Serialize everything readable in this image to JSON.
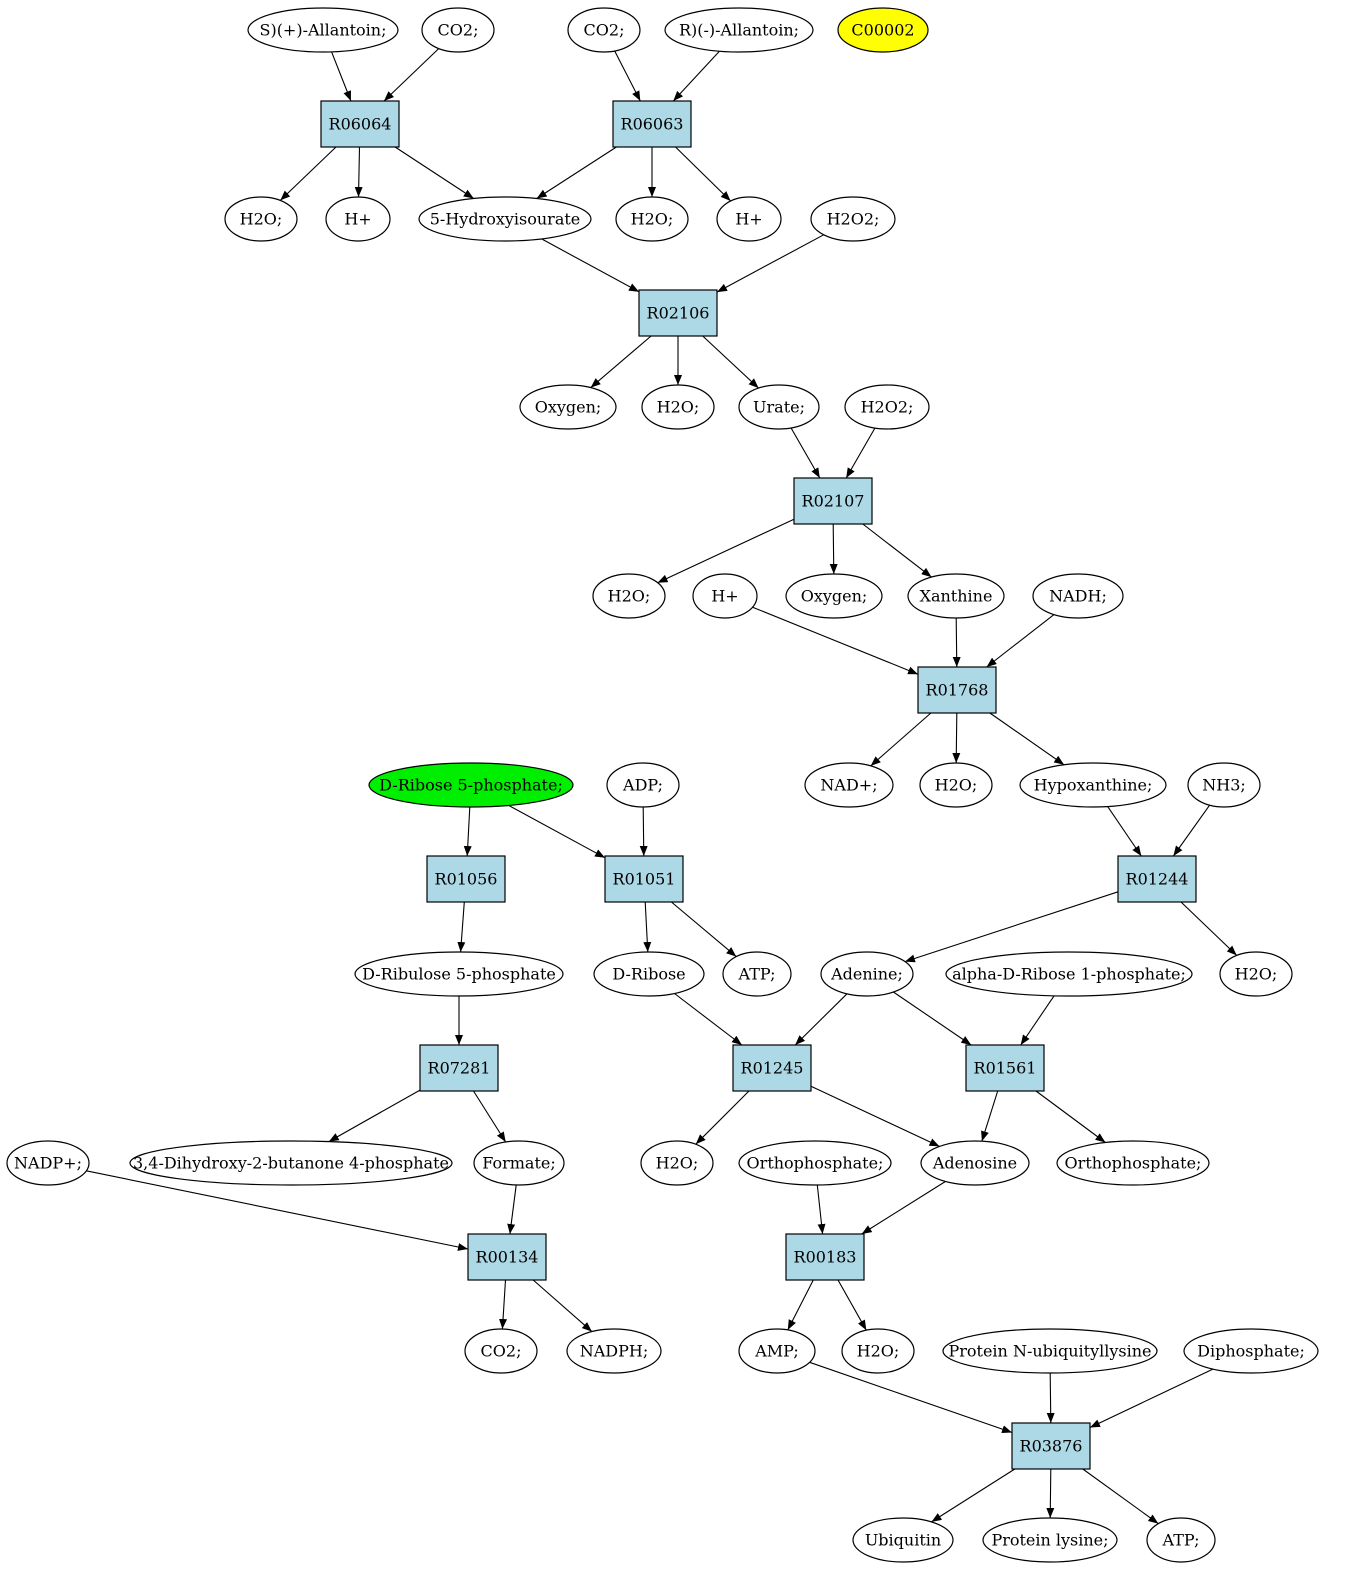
{
  "colors": {
    "reaction_fill": "#add8e6",
    "compound_fill": "#ffffff",
    "start_fill": "#00ee00",
    "highlight_fill": "#ffff00",
    "stroke": "#000000"
  },
  "reactions": {
    "r06064": "R06064",
    "r06063": "R06063",
    "r02106": "R02106",
    "r02107": "R02107",
    "r01768": "R01768",
    "r01056": "R01056",
    "r01051": "R01051",
    "r01244": "R01244",
    "r07281": "R07281",
    "r01245": "R01245",
    "r01561": "R01561",
    "r00134": "R00134",
    "r00183": "R00183",
    "r03876": "R03876"
  },
  "compounds": {
    "s_allantoin": "S)(+)-Allantoin;",
    "co2_a": "CO2;",
    "co2_b": "CO2;",
    "r_allantoin": "R)(-)-Allantoin;",
    "c00002": "C00002",
    "h2o_a": "H2O;",
    "hplus_a": "H+",
    "hydroxyisourate": "5-Hydroxyisourate",
    "h2o_b": "H2O;",
    "hplus_b": "H+",
    "h2o2_a": "H2O2;",
    "oxygen_a": "Oxygen;",
    "h2o_c": "H2O;",
    "urate": "Urate;",
    "h2o2_b": "H2O2;",
    "h2o_d": "H2O;",
    "hplus_c": "H+",
    "oxygen_b": "Oxygen;",
    "xanthine": "Xanthine",
    "nadh": "NADH;",
    "ribose5p": "D-Ribose 5-phosphate;",
    "adp": "ADP;",
    "nadplus": "NAD+;",
    "h2o_e": "H2O;",
    "hypoxanthine": "Hypoxanthine;",
    "nh3": "NH3;",
    "ribulose5p": "D-Ribulose 5-phosphate",
    "dribose": "D-Ribose",
    "atp_a": "ATP;",
    "adenine": "Adenine;",
    "alpha_ribose1p": "alpha-D-Ribose 1-phosphate;",
    "h2o_f": "H2O;",
    "nadpplus": "NADP+;",
    "dihydroxybutanone": "3,4-Dihydroxy-2-butanone 4-phosphate",
    "formate": "Formate;",
    "h2o_g": "H2O;",
    "orthophosphate_a": "Orthophosphate;",
    "adenosine": "Adenosine",
    "orthophosphate_b": "Orthophosphate;",
    "co2_c": "CO2;",
    "nadph": "NADPH;",
    "amp": "AMP;",
    "h2o_h": "H2O;",
    "protein_ubiq": "Protein N-ubiquityllysine",
    "diphosphate": "Diphosphate;",
    "ubiquitin": "Ubiquitin",
    "protein_lysine": "Protein lysine;",
    "atp_b": "ATP;"
  },
  "edges": [
    [
      "s_allantoin",
      "r06064"
    ],
    [
      "co2_a",
      "r06064"
    ],
    [
      "co2_b",
      "r06063"
    ],
    [
      "r_allantoin",
      "r06063"
    ],
    [
      "r06064",
      "h2o_a"
    ],
    [
      "r06064",
      "hplus_a"
    ],
    [
      "r06064",
      "hydroxyisourate"
    ],
    [
      "r06063",
      "hydroxyisourate"
    ],
    [
      "r06063",
      "h2o_b"
    ],
    [
      "r06063",
      "hplus_b"
    ],
    [
      "hydroxyisourate",
      "r02106"
    ],
    [
      "h2o2_a",
      "r02106"
    ],
    [
      "r02106",
      "oxygen_a"
    ],
    [
      "r02106",
      "h2o_c"
    ],
    [
      "r02106",
      "urate"
    ],
    [
      "urate",
      "r02107"
    ],
    [
      "h2o2_b",
      "r02107"
    ],
    [
      "r02107",
      "h2o_d"
    ],
    [
      "r02107",
      "oxygen_b"
    ],
    [
      "r02107",
      "xanthine"
    ],
    [
      "hplus_c",
      "r01768"
    ],
    [
      "xanthine",
      "r01768"
    ],
    [
      "nadh",
      "r01768"
    ],
    [
      "r01768",
      "nadplus"
    ],
    [
      "r01768",
      "h2o_e"
    ],
    [
      "r01768",
      "hypoxanthine"
    ],
    [
      "ribose5p",
      "r01056"
    ],
    [
      "ribose5p",
      "r01051"
    ],
    [
      "adp",
      "r01051"
    ],
    [
      "hypoxanthine",
      "r01244"
    ],
    [
      "nh3",
      "r01244"
    ],
    [
      "r01056",
      "ribulose5p"
    ],
    [
      "r01051",
      "dribose"
    ],
    [
      "r01051",
      "atp_a"
    ],
    [
      "r01244",
      "adenine"
    ],
    [
      "r01244",
      "h2o_f"
    ],
    [
      "ribulose5p",
      "r07281"
    ],
    [
      "dribose",
      "r01245"
    ],
    [
      "adenine",
      "r01245"
    ],
    [
      "adenine",
      "r01561"
    ],
    [
      "alpha_ribose1p",
      "r01561"
    ],
    [
      "r07281",
      "dihydroxybutanone"
    ],
    [
      "r07281",
      "formate"
    ],
    [
      "r01245",
      "h2o_g"
    ],
    [
      "r01245",
      "adenosine"
    ],
    [
      "r01561",
      "adenosine"
    ],
    [
      "r01561",
      "orthophosphate_b"
    ],
    [
      "nadpplus",
      "r00134"
    ],
    [
      "formate",
      "r00134"
    ],
    [
      "orthophosphate_a",
      "r00183"
    ],
    [
      "adenosine",
      "r00183"
    ],
    [
      "r00134",
      "co2_c"
    ],
    [
      "r00134",
      "nadph"
    ],
    [
      "r00183",
      "amp"
    ],
    [
      "r00183",
      "h2o_h"
    ],
    [
      "amp",
      "r03876"
    ],
    [
      "protein_ubiq",
      "r03876"
    ],
    [
      "diphosphate",
      "r03876"
    ],
    [
      "r03876",
      "ubiquitin"
    ],
    [
      "r03876",
      "protein_lysine"
    ],
    [
      "r03876",
      "atp_b"
    ]
  ]
}
